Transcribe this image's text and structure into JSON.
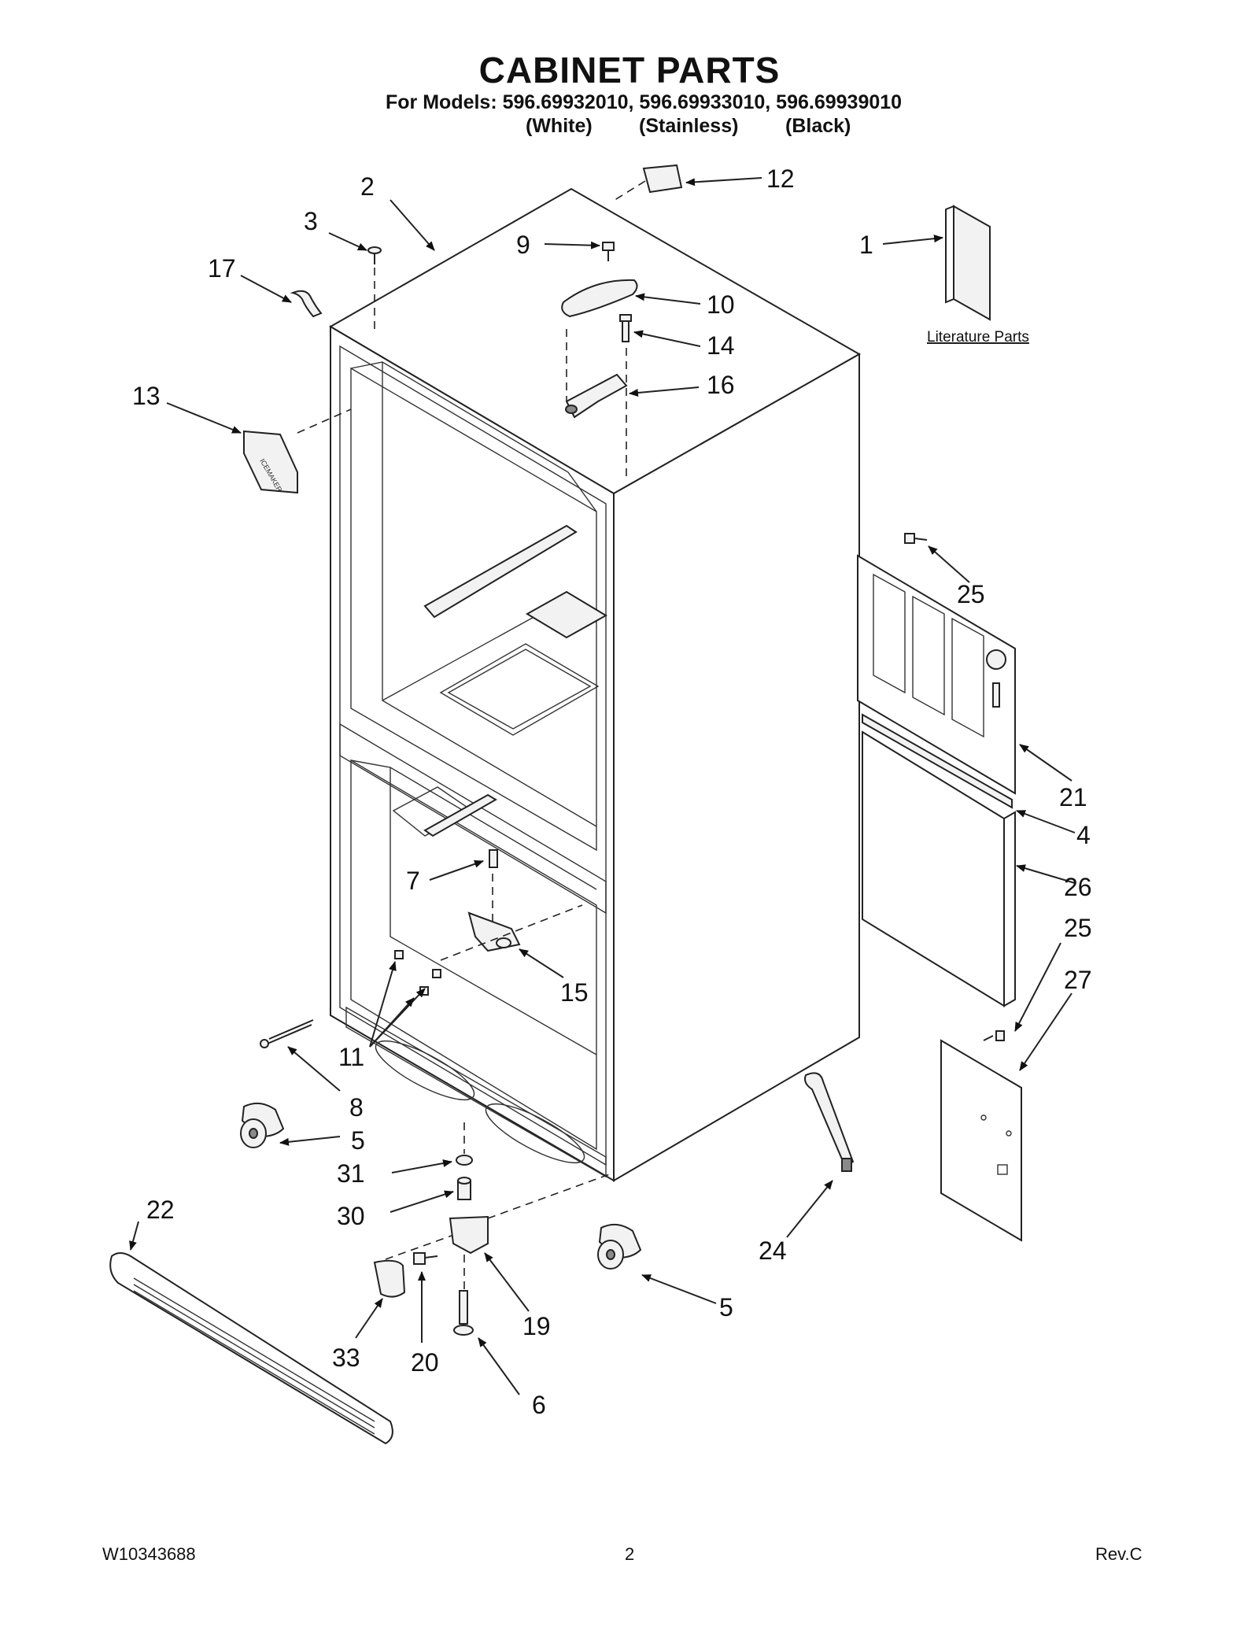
{
  "header": {
    "title": "CABINET PARTS",
    "models": "For Models: 596.69932010, 596.69933010, 596.69939010",
    "variants": [
      "(White)",
      "(Stainless)",
      "(Black)"
    ]
  },
  "literature_label": "Literature Parts",
  "callouts": [
    "2",
    "3",
    "17",
    "9",
    "12",
    "1",
    "10",
    "14",
    "16",
    "13",
    "25",
    "21",
    "4",
    "26",
    "25",
    "27",
    "7",
    "15",
    "11",
    "8",
    "5",
    "31",
    "30",
    "22",
    "24",
    "19",
    "5",
    "33",
    "20",
    "6"
  ],
  "footer": {
    "doc_number": "W10343688",
    "page": "2",
    "revision": "Rev.C"
  }
}
